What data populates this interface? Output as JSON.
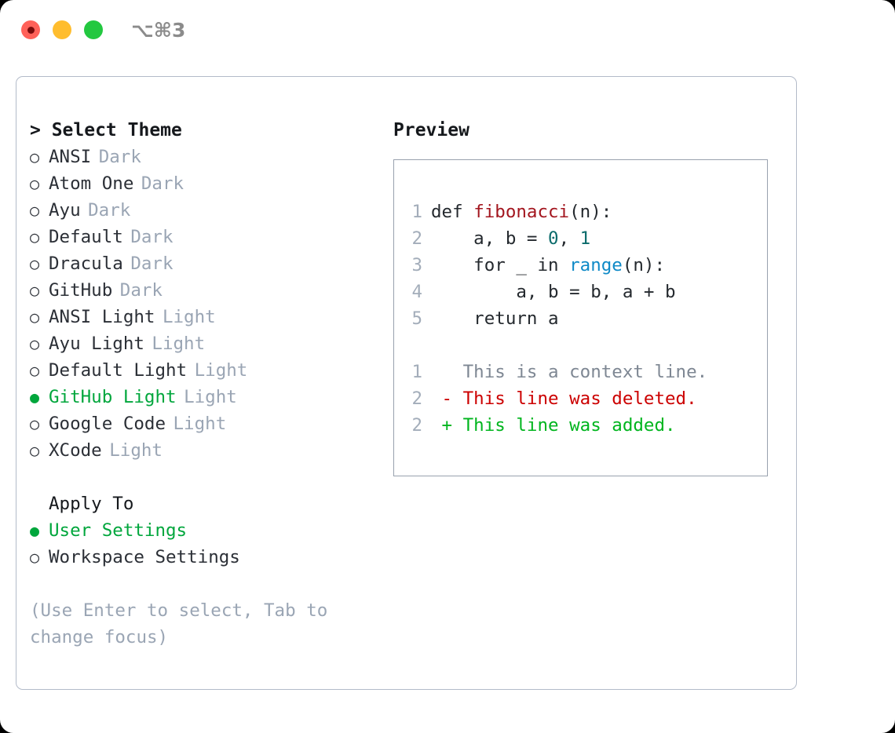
{
  "window": {
    "shortcut": "⌥⌘3",
    "traffic_lights": [
      {
        "name": "close",
        "color": "#ff6159"
      },
      {
        "name": "minimize",
        "color": "#ffbd2e"
      },
      {
        "name": "maximize",
        "color": "#23c840"
      }
    ]
  },
  "theme_picker": {
    "header": "> Select Theme",
    "marker_selected": "●",
    "marker_unselected": "○",
    "items": [
      {
        "name": "ANSI",
        "kind": "Dark",
        "selected": false
      },
      {
        "name": "Atom One",
        "kind": "Dark",
        "selected": false
      },
      {
        "name": "Ayu",
        "kind": "Dark",
        "selected": false
      },
      {
        "name": "Default",
        "kind": "Dark",
        "selected": false
      },
      {
        "name": "Dracula",
        "kind": "Dark",
        "selected": false
      },
      {
        "name": "GitHub",
        "kind": "Dark",
        "selected": false
      },
      {
        "name": "ANSI Light",
        "kind": "Light",
        "selected": false
      },
      {
        "name": "Ayu Light",
        "kind": "Light",
        "selected": false
      },
      {
        "name": "Default Light",
        "kind": "Light",
        "selected": false
      },
      {
        "name": "GitHub Light",
        "kind": "Light",
        "selected": true
      },
      {
        "name": "Google Code",
        "kind": "Light",
        "selected": false
      },
      {
        "name": "XCode",
        "kind": "Light",
        "selected": false
      }
    ]
  },
  "apply_to": {
    "header": "Apply To",
    "options": [
      {
        "label": "User Settings",
        "selected": true
      },
      {
        "label": "Workspace Settings",
        "selected": false
      }
    ]
  },
  "hint": "(Use Enter to select, Tab to change focus)",
  "preview": {
    "title": "Preview",
    "code_lines": [
      {
        "number": "1",
        "tokens": [
          {
            "text": "def ",
            "type": "plain"
          },
          {
            "text": "fibonacci",
            "type": "fn"
          },
          {
            "text": "(n):",
            "type": "plain"
          }
        ]
      },
      {
        "number": "2",
        "tokens": [
          {
            "text": "    a, b = ",
            "type": "plain"
          },
          {
            "text": "0",
            "type": "num"
          },
          {
            "text": ", ",
            "type": "plain"
          },
          {
            "text": "1",
            "type": "num"
          }
        ]
      },
      {
        "number": "3",
        "tokens": [
          {
            "text": "    for _ in ",
            "type": "plain"
          },
          {
            "text": "range",
            "type": "call"
          },
          {
            "text": "(n):",
            "type": "plain"
          }
        ]
      },
      {
        "number": "4",
        "tokens": [
          {
            "text": "        a, b = b, a + b",
            "type": "plain"
          }
        ]
      },
      {
        "number": "5",
        "tokens": [
          {
            "text": "    return a",
            "type": "plain"
          }
        ]
      }
    ],
    "diff_lines": [
      {
        "number": "1",
        "sign": " ",
        "text": "This is a context line.",
        "type": "context"
      },
      {
        "number": "2",
        "sign": "-",
        "text": "This line was deleted.",
        "type": "deleted"
      },
      {
        "number": "2",
        "sign": "+",
        "text": "This line was added.",
        "type": "added"
      }
    ]
  },
  "colors": {
    "accent_green": "#00a63c",
    "muted": "#9aa5b4",
    "line_number": "#a3adba",
    "diff_deleted": "#cc0000",
    "diff_added": "#00b51e",
    "syntax_function": "#a3161f",
    "syntax_number": "#0b6b6b",
    "syntax_call": "#0f8ac7",
    "panel_border": "#b3bbc9",
    "preview_border": "#98a1ae"
  }
}
